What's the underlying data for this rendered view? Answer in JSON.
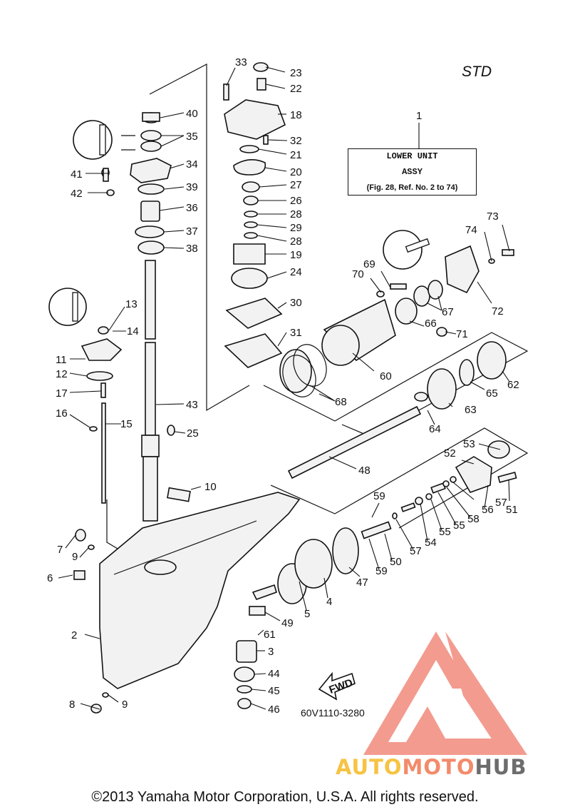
{
  "std_label": "STD",
  "lower_unit": {
    "line1": "LOWER UNIT",
    "line2": "ASSY",
    "ref": "(Fig. 28, Ref. No. 2 to 74)"
  },
  "diagram_code": "60V1110-3280",
  "fwd_label": "FWD",
  "brand": {
    "auto": "AUTO",
    "moto": "MOTO",
    "hub": "HUB"
  },
  "copyright": "©2013 Yamaha Motor Corporation, U.S.A. All rights reserved.",
  "callouts": {
    "c1": "1",
    "c2": "2",
    "c3": "3",
    "c4": "4",
    "c5": "5",
    "c6": "6",
    "c7": "7",
    "c8": "8",
    "c9a": "9",
    "c9b": "9",
    "c10": "10",
    "c11": "11",
    "c12": "12",
    "c13": "13",
    "c14": "14",
    "c15": "15",
    "c16": "16",
    "c17": "17",
    "c18": "18",
    "c19": "19",
    "c20": "20",
    "c21": "21",
    "c22": "22",
    "c23": "23",
    "c24": "24",
    "c25": "25",
    "c26": "26",
    "c27": "27",
    "c28a": "28",
    "c28b": "28",
    "c29": "29",
    "c30": "30",
    "c31": "31",
    "c32": "32",
    "c33": "33",
    "c34": "34",
    "c35": "35",
    "c36": "36",
    "c37": "37",
    "c38": "38",
    "c39": "39",
    "c40": "40",
    "c41": "41",
    "c42": "42",
    "c43": "43",
    "c44": "44",
    "c45": "45",
    "c46": "46",
    "c47": "47",
    "c48": "48",
    "c49": "49",
    "c50": "50",
    "c51": "51",
    "c52": "52",
    "c53": "53",
    "c54": "54",
    "c55a": "55",
    "c55b": "55",
    "c56": "56",
    "c57a": "57",
    "c57b": "57",
    "c58": "58",
    "c59a": "59",
    "c59b": "59",
    "c60": "60",
    "c61": "61",
    "c62": "62",
    "c63": "63",
    "c64": "64",
    "c65": "65",
    "c66": "66",
    "c67": "67",
    "c68": "68",
    "c69": "69",
    "c70": "70",
    "c71": "71",
    "c72": "72",
    "c73": "73",
    "c74": "74"
  }
}
